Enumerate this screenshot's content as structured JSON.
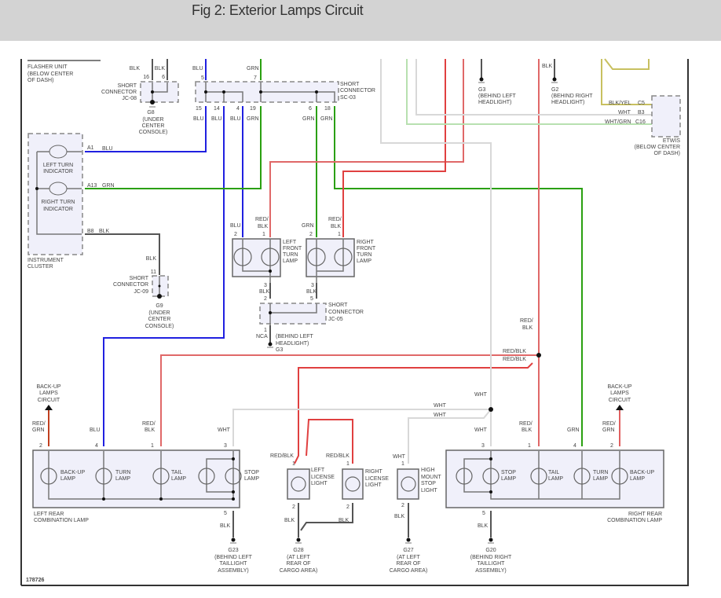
{
  "header": {
    "title": "Fig 2: Exterior Lamps Circuit"
  },
  "figure_id": "178726",
  "components": {
    "flasher": [
      "FLASHER UNIT",
      "(BELOW CENTER",
      "OF DASH)"
    ],
    "jc08": {
      "label": [
        "SHORT",
        "CONNECTOR",
        "JC-08"
      ],
      "pins": [
        "16",
        "6"
      ],
      "wires": [
        "BLK",
        "BLK"
      ]
    },
    "g8": [
      "G8",
      "(UNDER",
      "CENTER",
      "CONSOLE)"
    ],
    "sc03": {
      "label": [
        "SHORT",
        "CONNECTOR",
        "SC-03"
      ],
      "top_pins": [
        "5",
        "7"
      ],
      "top_wires": [
        "BLU",
        "GRN"
      ],
      "bottom_pins": [
        "15",
        "14",
        "4",
        "19",
        "6",
        "18"
      ],
      "bottom_wires": [
        "BLU",
        "BLU",
        "BLU",
        "GRN",
        "GRN",
        "GRN"
      ]
    },
    "g3_top": [
      "G3",
      "(BEHIND LEFT",
      "HEADLIGHT)"
    ],
    "g2": {
      "wire": "BLK",
      "label": [
        "G2",
        "(BEHIND RIGHT",
        "HEADLIGHT)"
      ]
    },
    "etwis": {
      "label": [
        "ETWIS",
        "(BELOW CENTER",
        "OF DASH)"
      ],
      "pins": [
        "C5",
        "B3",
        "C16"
      ],
      "wires": [
        "BLK/YEL",
        "WHT",
        "WHT/GRN"
      ]
    },
    "cluster": {
      "label": [
        "INSTRUMENT",
        "CLUSTER"
      ],
      "left_ind": [
        "LEFT TURN",
        "INDICATOR"
      ],
      "right_ind": [
        "RIGHT TURN",
        "INDICATOR"
      ],
      "pins": [
        "A1",
        "A13",
        "B8"
      ],
      "wires": [
        "BLU",
        "GRN",
        "BLK"
      ]
    },
    "jc09": {
      "label": [
        "SHORT",
        "CONNECTOR",
        "JC-09"
      ],
      "pin": "11",
      "wire": "BLK"
    },
    "g9": [
      "G9",
      "(UNDER",
      "CENTER",
      "CONSOLE)"
    ],
    "lf_turn": {
      "label": [
        "LEFT",
        "FRONT",
        "TURN",
        "LAMP"
      ],
      "pins": [
        "2",
        "1",
        "3"
      ],
      "wires": [
        "BLU",
        "RED/",
        "BLK",
        "BLK"
      ]
    },
    "rf_turn": {
      "label": [
        "RIGHT",
        "FRONT",
        "TURN",
        "LAMP"
      ],
      "pins": [
        "2",
        "1",
        "3"
      ],
      "wires": [
        "GRN",
        "RED/",
        "BLK",
        "BLK"
      ]
    },
    "jc05": {
      "label": [
        "SHORT",
        "CONNECTOR",
        "JC-05"
      ],
      "pins": [
        "2",
        "5",
        "1"
      ],
      "wire": "NCA"
    },
    "g3_mid": [
      "(BEHIND LEFT",
      "HEADLIGHT)",
      "G3"
    ],
    "mid_labels": {
      "redblk_v": [
        "RED/",
        "BLK"
      ],
      "redblk_h1": "RED/BLK",
      "redblk_h2": "RED/BLK",
      "wht1": "WHT",
      "wht2": "WHT",
      "wht3": "WHT"
    },
    "backup_circuit": [
      "BACK-UP",
      "LAMPS",
      "CIRCUIT"
    ],
    "left_rear": {
      "label": [
        "LEFT REAR",
        "COMBINATION LAMP"
      ],
      "pins": [
        "2",
        "4",
        "1",
        "3",
        "5"
      ],
      "wires": [
        "RED/",
        "GRN",
        "BLU",
        "RED/",
        "BLK",
        "WHT",
        "BLK"
      ],
      "lamps": [
        [
          "BACK-UP",
          "LAMP"
        ],
        [
          "TURN",
          "LAMP"
        ],
        [
          "TAIL",
          "LAMP"
        ],
        [
          "STOP",
          "LAMP"
        ]
      ]
    },
    "right_rear": {
      "label": [
        "RIGHT REAR",
        "COMBINATION LAMP"
      ],
      "pins": [
        "3",
        "1",
        "4",
        "2",
        "5"
      ],
      "wires": [
        "WHT",
        "RED/",
        "BLK",
        "GRN",
        "RED/",
        "GRN",
        "BLK"
      ],
      "lamps": [
        [
          "STOP",
          "LAMP"
        ],
        [
          "TAIL",
          "LAMP"
        ],
        [
          "TURN",
          "LAMP"
        ],
        [
          "BACK-UP",
          "LAMP"
        ]
      ]
    },
    "l_license": {
      "label": [
        "LEFT",
        "LICENSE",
        "LIGHT"
      ],
      "wire": "RED/BLK",
      "pins": [
        "1",
        "2"
      ],
      "gwire": "BLK"
    },
    "r_license": {
      "label": [
        "RIGHT",
        "LICENSE",
        "LIGHT"
      ],
      "wire": "RED/BLK",
      "pins": [
        "1",
        "2"
      ],
      "gwire": "BLK"
    },
    "hmsl": {
      "label": [
        "HIGH",
        "MOUNT",
        "STOP",
        "LIGHT"
      ],
      "wire": "WHT",
      "pins": [
        "1",
        "2"
      ],
      "gwire": "BLK"
    },
    "g23": [
      "G23",
      "(BEHIND LEFT",
      "TAILLIGHT",
      "ASSEMBLY)"
    ],
    "g28": [
      "G28",
      "(AT LEFT",
      "REAR OF",
      "CARGO AREA)"
    ],
    "g27": [
      "G27",
      "(AT LEFT",
      "REAR OF",
      "CARGO AREA)"
    ],
    "g20": [
      "G20",
      "(BEHIND RIGHT",
      "TAILLIGHT",
      "ASSEMBLY)"
    ]
  },
  "wire_colors": {
    "BLU": "#2020e0",
    "GRN": "#2aa010",
    "RED": "#e04040",
    "WHT": "#d8d8d8",
    "BLK": "#555555"
  }
}
